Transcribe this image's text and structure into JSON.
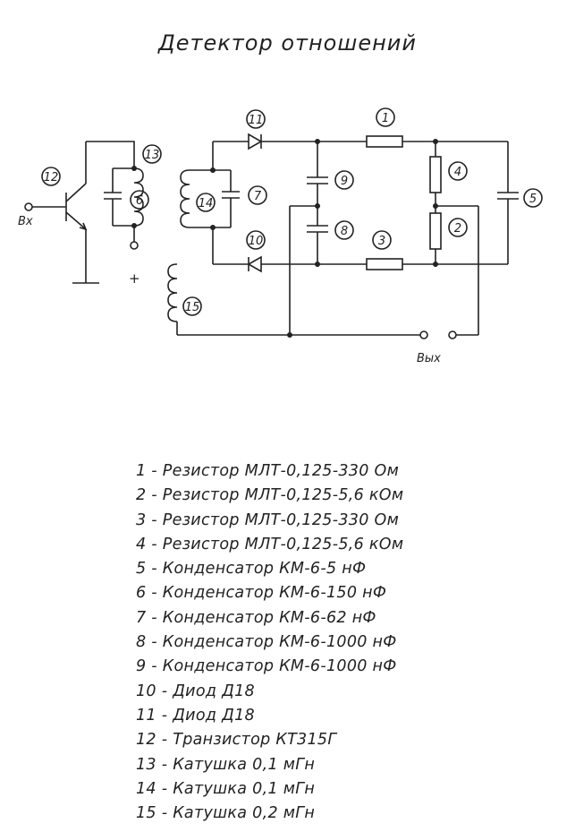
{
  "title": "Детектор отношений",
  "labels": {
    "input": "Вх",
    "output": "Вых",
    "plus": "+"
  },
  "callouts": [
    "1",
    "2",
    "3",
    "4",
    "5",
    "6",
    "7",
    "8",
    "9",
    "10",
    "11",
    "12",
    "13",
    "14",
    "15"
  ],
  "parts": [
    "1 - Резистор МЛТ-0,125-330 Ом",
    "2 - Резистор МЛТ-0,125-5,6 кОм",
    "3 - Резистор МЛТ-0,125-330 Ом",
    "4 - Резистор МЛТ-0,125-5,6 кОм",
    "5 - Конденсатор КМ-6-5 нФ",
    "6 - Конденсатор КМ-6-150 нФ",
    "7 - Конденсатор КМ-6-62 нФ",
    "8 - Конденсатор КМ-6-1000 нФ",
    "9 - Конденсатор КМ-6-1000 нФ",
    "10 - Диод Д18",
    "11 - Диод Д18",
    "12 - Транзистор КТ315Г",
    "13 - Катушка 0,1 мГн",
    "14 - Катушка 0,1 мГн",
    "15 - Катушка 0,2 мГн"
  ]
}
